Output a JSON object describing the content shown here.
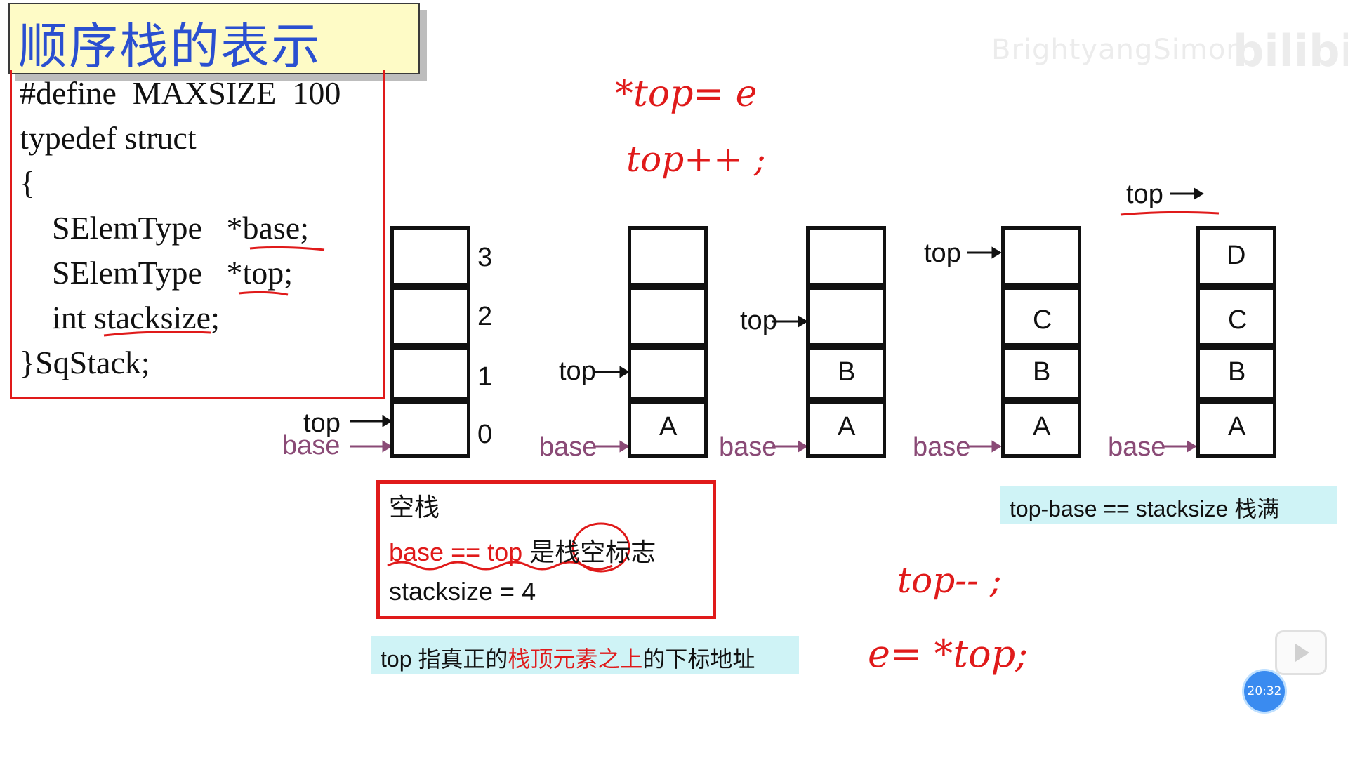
{
  "title": "顺序栈的表示",
  "watermark": {
    "text": "BrightyangSimon",
    "logo": "bilibili"
  },
  "code": {
    "lines": [
      "#define  MAXSIZE  100",
      "typedef struct",
      "{",
      "    SElemType   *base;",
      "    SElemType   *top;",
      "    int stacksize;",
      "}SqStack;"
    ]
  },
  "stacks": [
    {
      "cells": [
        "",
        "",
        "",
        ""
      ],
      "indices": [
        "3",
        "2",
        "1",
        "0"
      ],
      "top_label": "top",
      "base_label": "base"
    },
    {
      "cells": [
        "",
        "",
        "",
        "A"
      ],
      "top_label": "top",
      "base_label": "base"
    },
    {
      "cells": [
        "",
        "",
        "B",
        "A"
      ],
      "top_label": "top",
      "base_label": "base"
    },
    {
      "cells": [
        "",
        "C",
        "B",
        "A"
      ],
      "top_label": "top",
      "base_label": "base"
    },
    {
      "cells": [
        "D",
        "C",
        "B",
        "A"
      ],
      "top_label": "top",
      "base_label": "base"
    }
  ],
  "empty_stack": {
    "title": "空栈",
    "condition_red": "base == top",
    "condition_suffix": "是栈空标志",
    "size_line": "stacksize = 4"
  },
  "note_top": {
    "part1": "top 指真正的",
    "part2": "栈顶元素之上",
    "part3": "的下标地址"
  },
  "note_full": "top-base == stacksize  栈满",
  "handwriting": {
    "push1": "*top= e",
    "push2": "top++ ;",
    "pop1": "top-- ;",
    "pop2": "e= *top;"
  },
  "player": {
    "time": "20:32"
  },
  "colors": {
    "title": "#2a4fd0",
    "accent_red": "#e01a1a",
    "base_label": "#8a4a76",
    "note_bg": "#cff3f6"
  }
}
